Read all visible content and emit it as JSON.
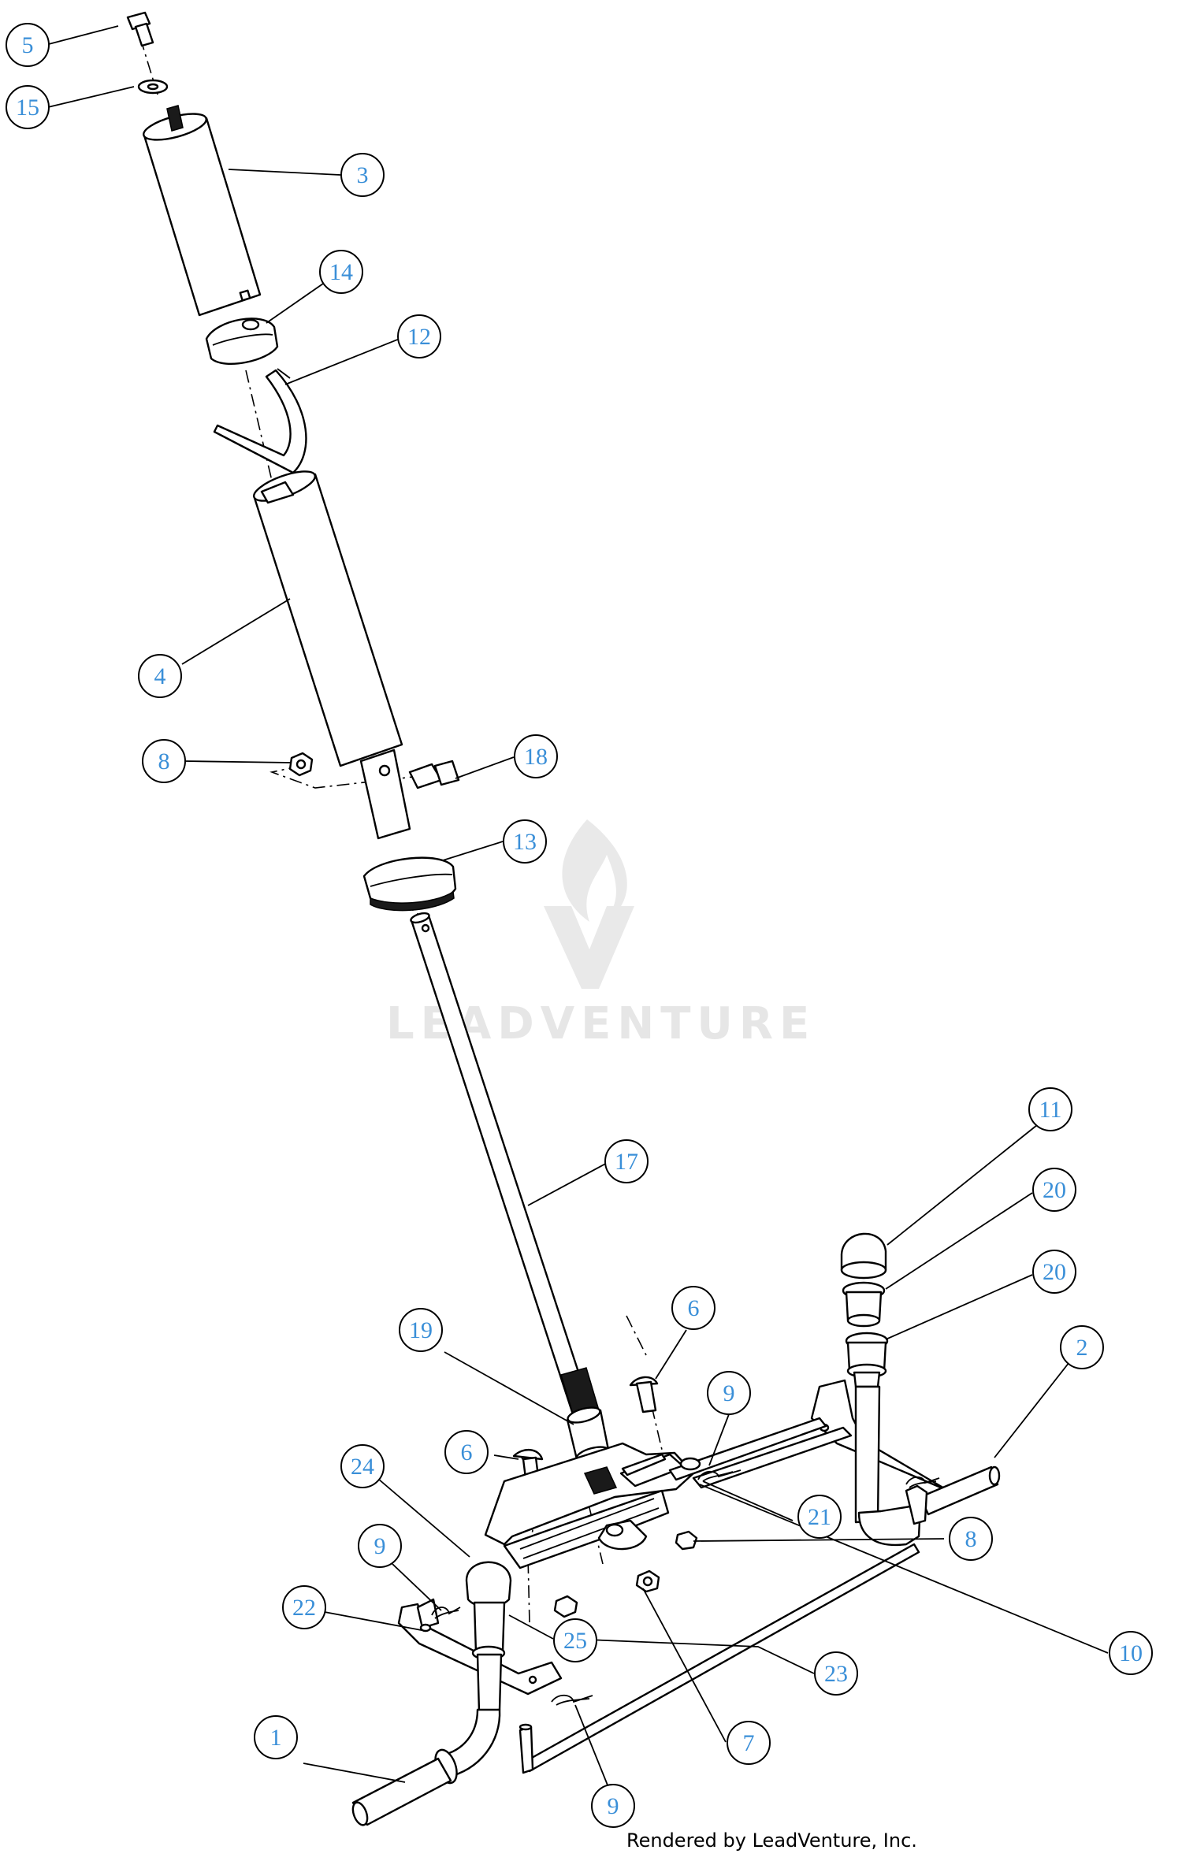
{
  "watermark": {
    "text": "LEADVENTURE"
  },
  "credit": "Rendered by LeadVenture, Inc.",
  "callouts": [
    {
      "id": "c5",
      "label": "5"
    },
    {
      "id": "c15",
      "label": "15"
    },
    {
      "id": "c3",
      "label": "3"
    },
    {
      "id": "c14",
      "label": "14"
    },
    {
      "id": "c12",
      "label": "12"
    },
    {
      "id": "c4",
      "label": "4"
    },
    {
      "id": "c8a",
      "label": "8"
    },
    {
      "id": "c18",
      "label": "18"
    },
    {
      "id": "c13",
      "label": "13"
    },
    {
      "id": "c17",
      "label": "17"
    },
    {
      "id": "c11",
      "label": "11"
    },
    {
      "id": "c20a",
      "label": "20"
    },
    {
      "id": "c20b",
      "label": "20"
    },
    {
      "id": "c6a",
      "label": "6"
    },
    {
      "id": "c19",
      "label": "19"
    },
    {
      "id": "c2",
      "label": "2"
    },
    {
      "id": "c9a",
      "label": "9"
    },
    {
      "id": "c6b",
      "label": "6"
    },
    {
      "id": "c24",
      "label": "24"
    },
    {
      "id": "c21",
      "label": "21"
    },
    {
      "id": "c8b",
      "label": "8"
    },
    {
      "id": "c9b",
      "label": "9"
    },
    {
      "id": "c22",
      "label": "22"
    },
    {
      "id": "c25",
      "label": "25"
    },
    {
      "id": "c10",
      "label": "10"
    },
    {
      "id": "c23",
      "label": "23"
    },
    {
      "id": "c1",
      "label": "1"
    },
    {
      "id": "c7",
      "label": "7"
    },
    {
      "id": "c9c",
      "label": "9"
    }
  ]
}
